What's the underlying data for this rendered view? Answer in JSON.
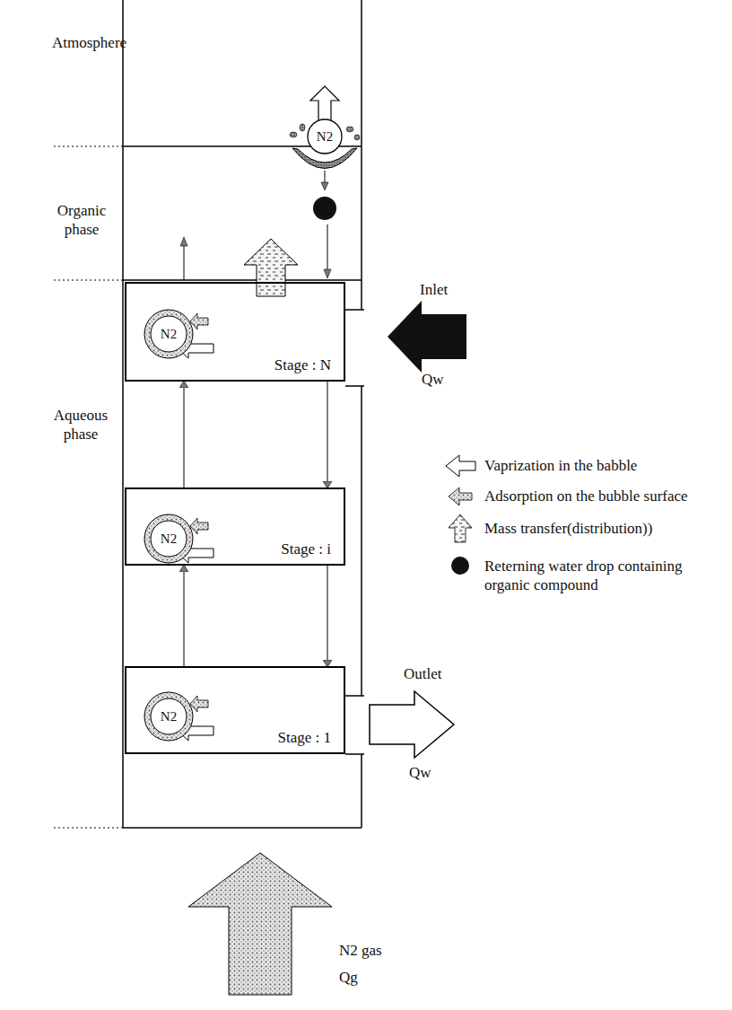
{
  "diagram": {
    "nodes": [
      {
        "text": [
          "N2"
        ]
      },
      {
        "text": [
          "Stage : N"
        ]
      },
      {
        "text": [
          "N2"
        ],
        "in": 1
      },
      {
        "text": [
          "Stage : i"
        ]
      },
      {
        "text": [
          "N2"
        ],
        "in": 3
      },
      {
        "text": [
          "Stage : 1"
        ]
      },
      {
        "text": [
          "N2"
        ],
        "in": 5
      }
    ],
    "edges": [
      {
        "from": 5,
        "to": 3,
        "arrow": "to"
      },
      {
        "from": 3,
        "to": 5,
        "arrow": "to"
      },
      {
        "from": 3,
        "to": 1,
        "arrow": "to"
      },
      {
        "from": 1,
        "to": 3,
        "arrow": "to"
      }
    ],
    "labels": [
      "Atmosphere",
      "Organic phase",
      "Aqueous phase",
      "Inlet",
      "Qw",
      "Outlet",
      "Qw",
      "N2 gas",
      "Qg"
    ],
    "legend": [
      {
        "text": "Vaprization in the babble"
      },
      {
        "text": "Adsorption on the bubble surface"
      },
      {
        "text": "Mass transfer(distribution))"
      },
      {
        "text": "Reterning water drop containing organic compound"
      }
    ]
  }
}
